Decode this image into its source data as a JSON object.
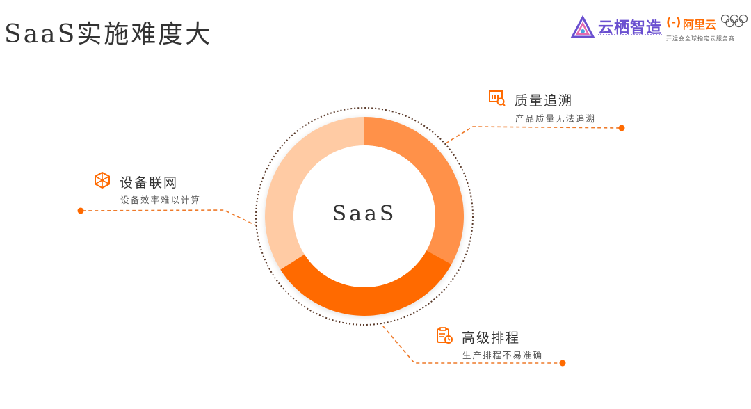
{
  "slide": {
    "title": "SaaS实施难度大"
  },
  "logos": {
    "yunqi": "云栖智造",
    "aliyun_mark": "(-)",
    "aliyun": "阿里云",
    "aliyun_tagline": "开运会全球指定云服务商"
  },
  "diagram": {
    "center_label": "SaaS",
    "ring_segments": [
      {
        "name": "top-right",
        "color": "#FF9148",
        "share": 0.33
      },
      {
        "name": "bottom",
        "color": "#FF6A00",
        "share": 0.33
      },
      {
        "name": "left",
        "color": "#FFCBA4",
        "share": 0.34
      }
    ],
    "items": [
      {
        "title": "质量追溯",
        "subtitle": "产品质量无法追溯",
        "icon": "quality-search-icon"
      },
      {
        "title": "设备联网",
        "subtitle": "设备效率难以计算",
        "icon": "device-network-icon"
      },
      {
        "title": "高级排程",
        "subtitle": "生产排程不易准确",
        "icon": "schedule-clipboard-icon"
      }
    ],
    "accent_color": "#FF6A00",
    "connector_color": "#EE7A2A",
    "dotted_circle_color": "#5A3A2A"
  }
}
